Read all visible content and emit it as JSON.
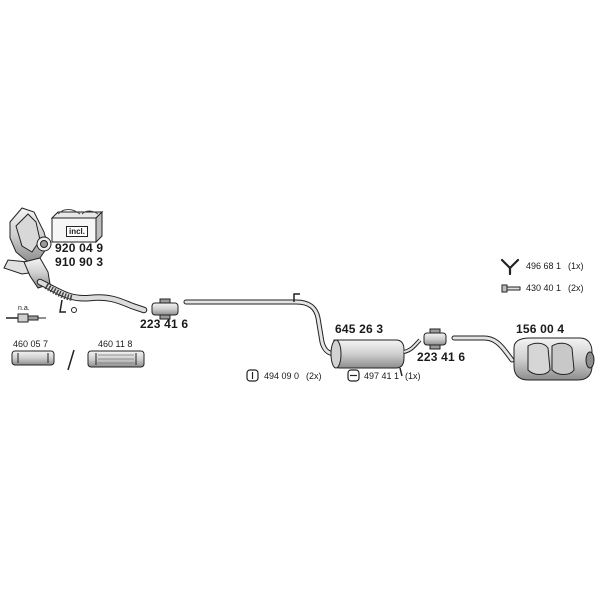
{
  "parts": {
    "catalyst": {
      "numbers": [
        "920 04 9",
        "910 90 3"
      ],
      "kit_label": "incl."
    },
    "sensor": {
      "note": "n.a."
    },
    "flex_pipe_a": {
      "number": "460 05 7"
    },
    "separator": "/",
    "flex_pipe_b": {
      "number": "460 11 8"
    },
    "clamp_front": {
      "number": "223 41 6"
    },
    "mounting_a": {
      "number": "494 09 0",
      "qty": "(2x)"
    },
    "mounting_b": {
      "number": "497 41 1",
      "qty": "(1x)"
    },
    "center_silencer": {
      "number": "645 26 3"
    },
    "clamp_rear": {
      "number": "223 41 6"
    },
    "rear_silencer": {
      "number": "156 00 4"
    },
    "y_clip": {
      "number": "496 68 1",
      "qty": "(1x)"
    },
    "bolt": {
      "number": "430 40 1",
      "qty": "(2x)"
    }
  },
  "colors": {
    "ink": "#1a1a1a",
    "metal_light": "#e6e6e6",
    "metal_mid": "#bdbdbd",
    "metal_dark": "#7a7a7a"
  }
}
